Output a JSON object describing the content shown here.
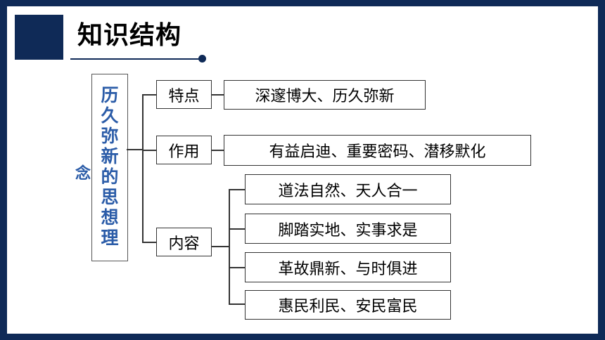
{
  "title": "知识结构",
  "root": {
    "label": "历久弥新的思想理",
    "tail": "念"
  },
  "branches": [
    {
      "label": "特点",
      "items": [
        "深邃博大、历久弥新"
      ]
    },
    {
      "label": "作用",
      "items": [
        "有益启迪、重要密码、潜移默化"
      ]
    },
    {
      "label": "内容",
      "items": [
        "道法自然、天人合一",
        "脚踏实地、实事求是",
        "革故鼎新、与时俱进",
        "惠民利民、安民富民"
      ]
    }
  ],
  "colors": {
    "frame": "#0f2a57",
    "root_text": "#2b5ca8"
  }
}
